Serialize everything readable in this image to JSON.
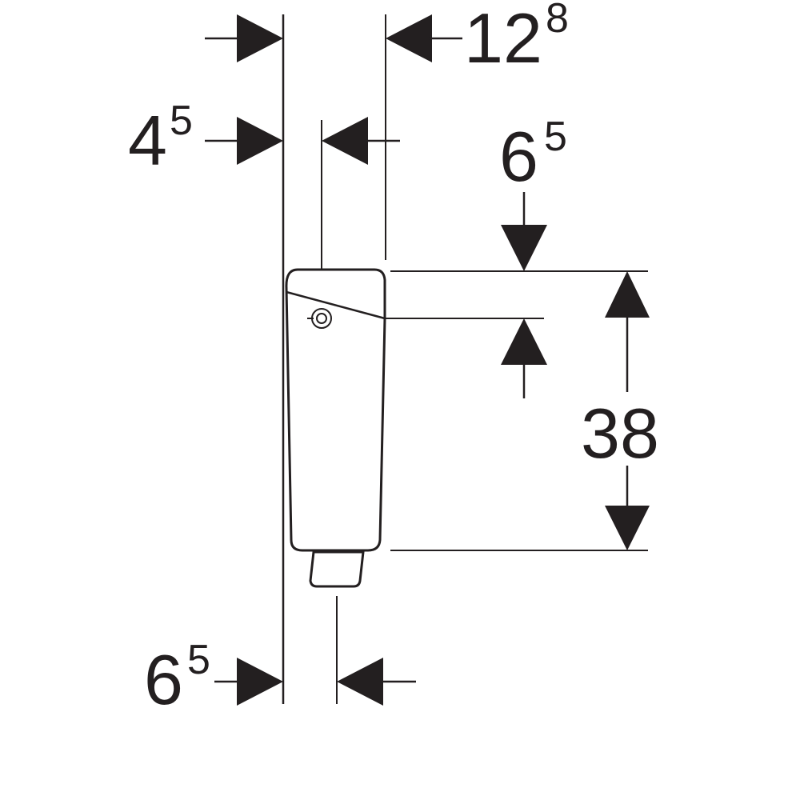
{
  "dimensions": {
    "top_offset": {
      "main": "12",
      "sup": "8"
    },
    "wall_offset": {
      "main": "4",
      "sup": "5"
    },
    "top_drop": {
      "main": "6",
      "sup": "5"
    },
    "height": {
      "main": "38"
    },
    "bottom_offset": {
      "main": "6",
      "sup": "5"
    }
  }
}
